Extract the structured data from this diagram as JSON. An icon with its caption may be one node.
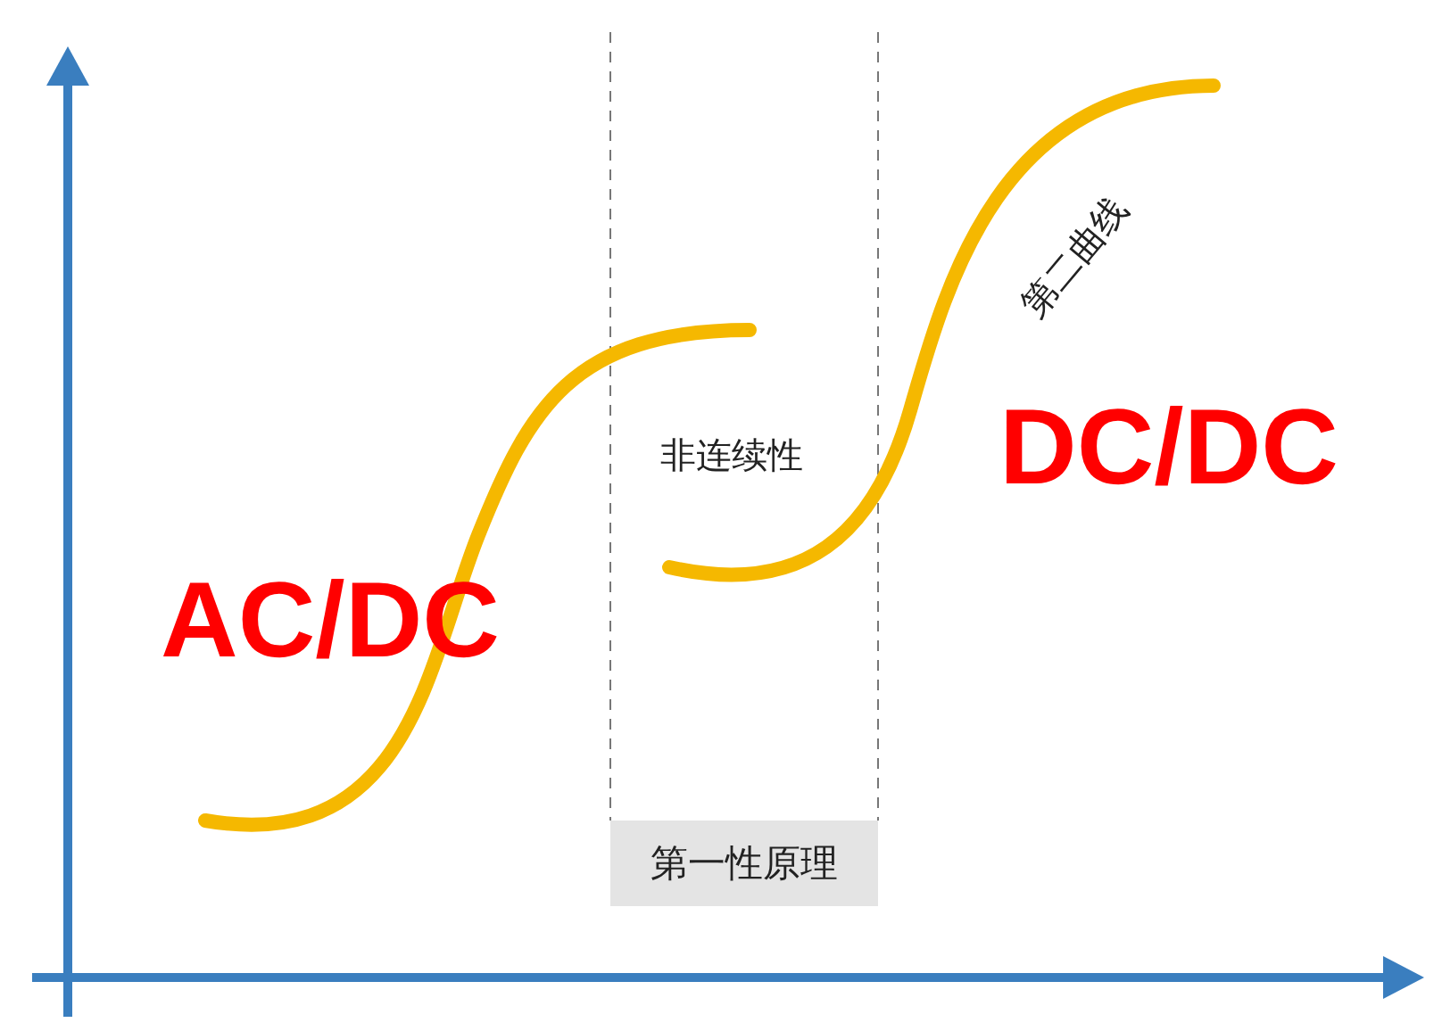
{
  "diagram": {
    "nodes": [
      {
        "text": [
          "第一性原理"
        ]
      }
    ],
    "labels": [
      "AC/DC",
      "非连续性",
      "第二曲线",
      "DC/DC"
    ]
  }
}
